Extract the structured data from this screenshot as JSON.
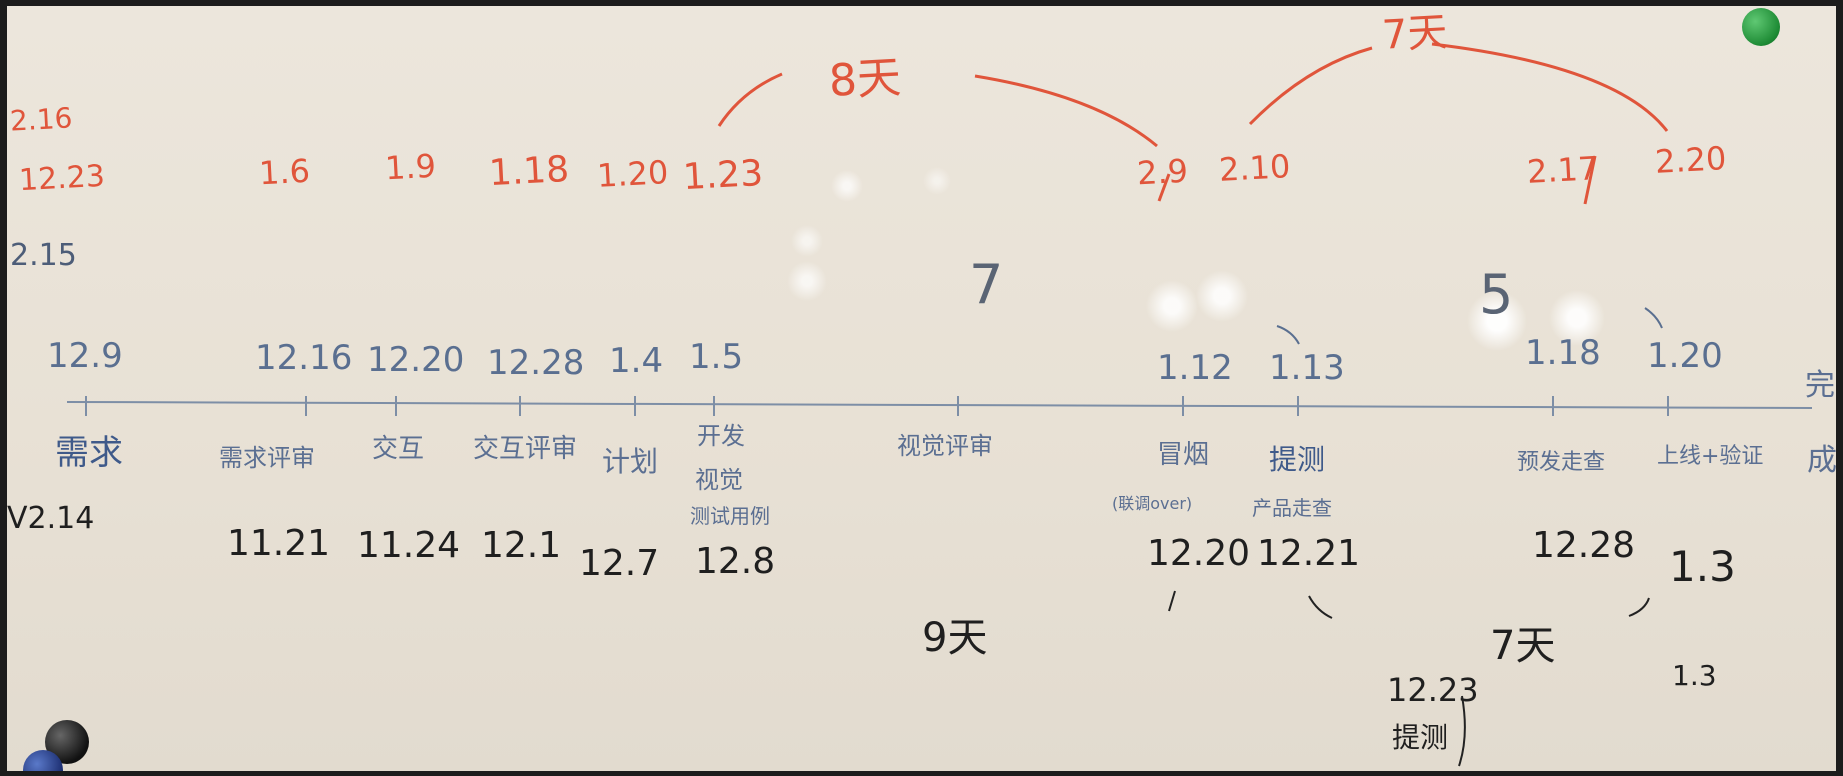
{
  "board": {
    "top_left_dates": [
      "2.16",
      "12.23",
      "2.15"
    ],
    "red_dates": [
      "1.6",
      "1.9",
      "1.18",
      "1.20",
      "1.23",
      "2.9",
      "2.10",
      "2.17",
      "2.20"
    ],
    "red_spans": [
      "8天",
      "7天"
    ],
    "blue_dates": [
      "12.9",
      "12.16",
      "12.20",
      "12.28",
      "1.4",
      "1.5",
      "1.12",
      "1.13",
      "1.18",
      "1.20"
    ],
    "stage_labels": [
      "需求",
      "需求评审",
      "交互",
      "交互评审",
      "计划",
      "开发",
      "视觉",
      "视觉评审",
      "冒烟",
      "提测",
      "预发走查",
      "上线+验证",
      "完",
      "成"
    ],
    "stage_notes": [
      "测试用例",
      "(联调over)",
      "产品走查"
    ],
    "big_numbers": [
      "7",
      "5"
    ],
    "black_dates": [
      "V2.14",
      "11.21",
      "11.24",
      "12.1",
      "12.7",
      "12.8",
      "12.20",
      "12.21",
      "12.28",
      "1.3",
      "1.3",
      "12.23",
      "提测"
    ],
    "black_spans": [
      "9天",
      "7天"
    ]
  }
}
